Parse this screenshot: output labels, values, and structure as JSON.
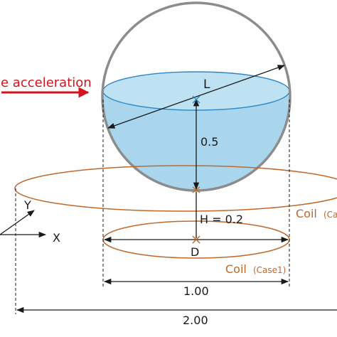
{
  "labels": {
    "acceleration": "le acceleration",
    "length": "L",
    "fill_height": "0.5",
    "gap": "H = 0.2",
    "coil_diameter": "D",
    "coil_case1": "Coil",
    "coil_case1_suffix": "(Case1)",
    "coil_case2": "Coil",
    "coil_case2_suffix": "(Ca",
    "inner_width": "1.00",
    "outer_width": "2.00",
    "axis_x": "X",
    "axis_y": "Y"
  },
  "colors": {
    "sphere": "#8c8c8c",
    "liquid": "#a9d6ec",
    "liquid_edge": "#2c86c4",
    "coil": "#c0682a",
    "arrow": "#d4141c",
    "dimension": "#1a1a1a"
  }
}
